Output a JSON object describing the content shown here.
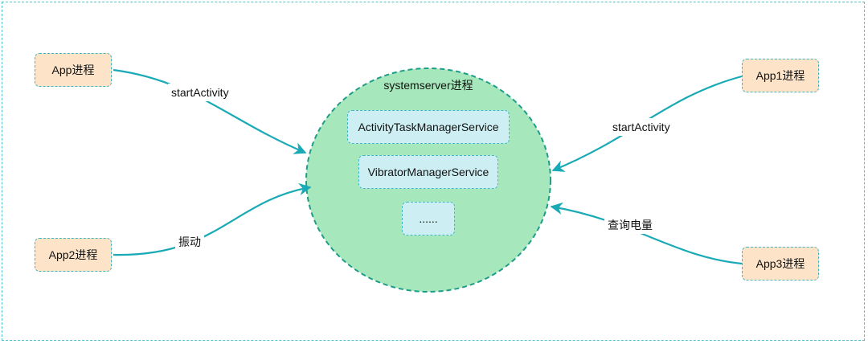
{
  "diagram": {
    "server": {
      "title": "systemserver进程",
      "services": [
        "ActivityTaskManagerService",
        "VibratorManagerService",
        "......"
      ]
    },
    "apps": {
      "app": "App进程",
      "app1": "App1进程",
      "app2": "App2进程",
      "app3": "App3进程"
    },
    "edges": {
      "app_to_server": "startActivity",
      "app1_to_server": "startActivity",
      "app2_to_server": "振动",
      "app3_to_server": "查询电量"
    },
    "colors": {
      "frame": "#57c3cc",
      "server_fill": "#a6e8bb",
      "server_border": "#1f9c8a",
      "app_fill": "#fde4c8",
      "service_fill": "#cdeef2",
      "arrow": "#1aaab6"
    }
  }
}
